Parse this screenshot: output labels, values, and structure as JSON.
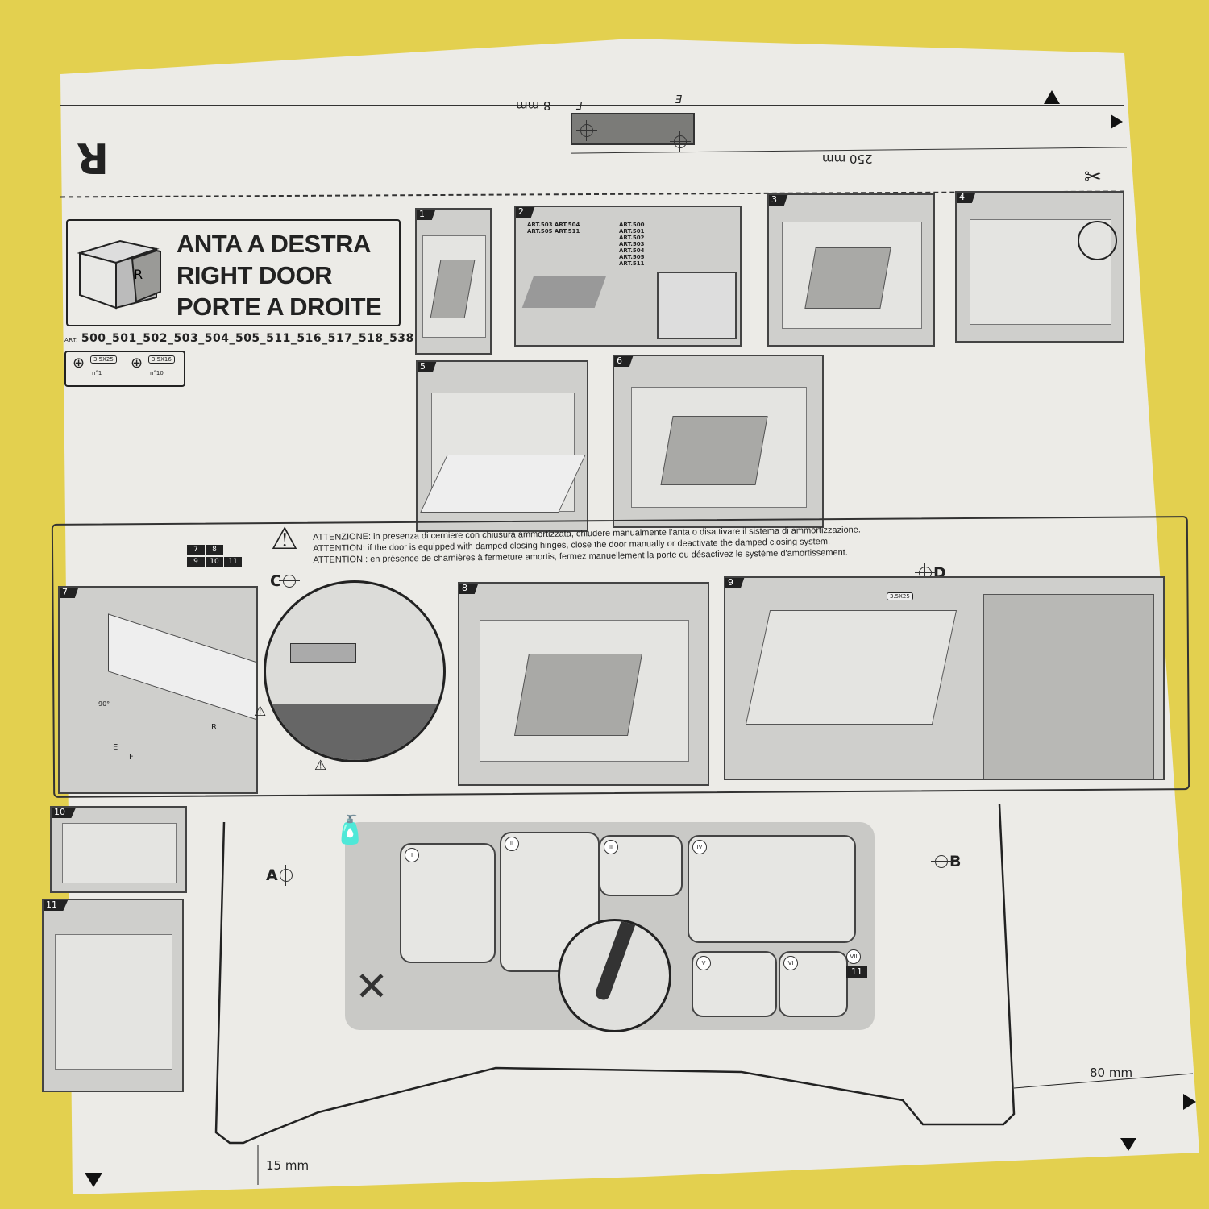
{
  "template": {
    "side_letter": "R",
    "height_label": "8 mm",
    "width_label": "250 mm",
    "point_e": "E",
    "point_f": "F"
  },
  "header": {
    "title_it": "ANTA A DESTRA",
    "title_en": "RIGHT DOOR",
    "title_fr": "PORTE A DROITE",
    "cabinet_letter": "R",
    "art_prefix": "ART.",
    "art_numbers": "500_501_502_503_504_505_511_516_517_518_538"
  },
  "screws": [
    {
      "size": "3.5X25",
      "qty": "n°1"
    },
    {
      "size": "3.5X16",
      "qty": "n°10"
    }
  ],
  "steps": {
    "s1": "1",
    "s2": "2",
    "s3": "3",
    "s4": "4",
    "s5": "5",
    "s6": "6",
    "s7": "7",
    "s8": "8",
    "s9": "9",
    "s10": "10",
    "s11": "11",
    "s2_art_a": "ART.503 ART.504 ART.505 ART.511",
    "s2_art_b": "ART.500 ART.501 ART.502 ART.503 ART.504 ART.505 ART.511",
    "s7_angle": "90°",
    "s7_side": "R",
    "s9_screw": "3.5X25"
  },
  "attention": {
    "it": "ATTENZIONE: in presenza di cerniere con chiusura ammortizzata, chiudere manualmente l'anta o disattivare il sistema di ammortizzazione.",
    "en": "ATTENTION: if the door is equipped with damped closing hinges,  close the door manually or deactivate the damped closing system.",
    "fr": "ATTENTION : en présence de charnières à fermeture amortis, fermez manuellement la porte ou désactivez le système d'amortissement.",
    "applies_to": [
      "7",
      "8",
      "9",
      "10",
      "11"
    ]
  },
  "markers": {
    "a": "A",
    "b": "B",
    "c": "C",
    "d": "D",
    "e": "E",
    "f": "F"
  },
  "cleaning": {
    "steps": [
      "I",
      "II",
      "III",
      "IV",
      "V",
      "VI",
      "VII"
    ],
    "vii_ref": "11"
  },
  "dimensions": {
    "right": "80 mm",
    "bottom": "15 mm"
  }
}
